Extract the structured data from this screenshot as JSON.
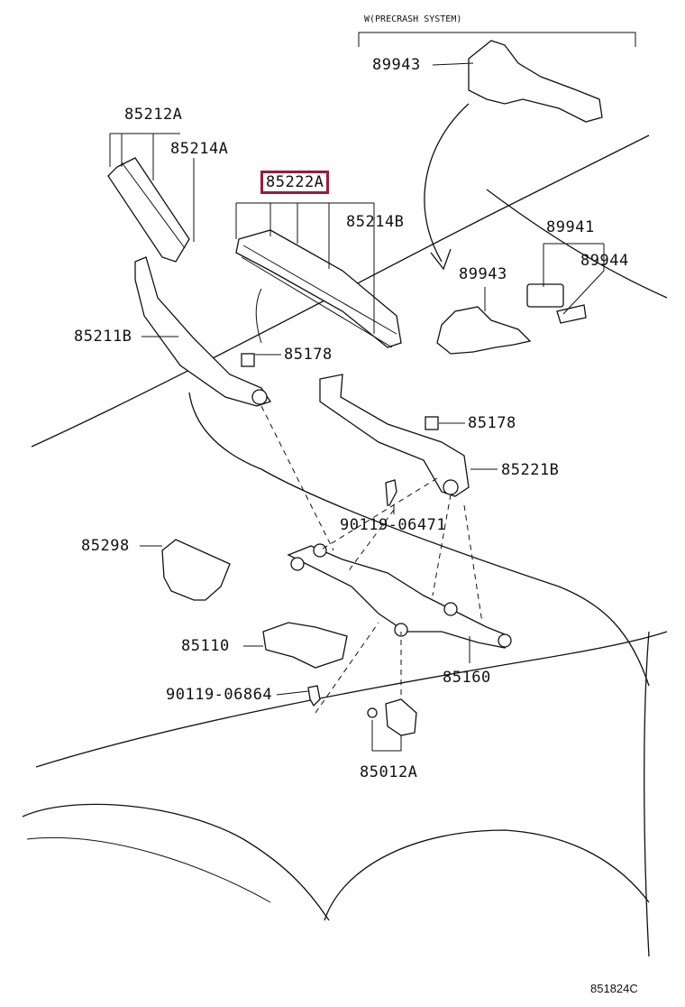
{
  "header": {
    "note": "W(PRECRASH SYSTEM)"
  },
  "labels": {
    "l89943_top": "89943",
    "l85212A": "85212A",
    "l85214A": "85214A",
    "l85222A": "85222A",
    "l85214B": "85214B",
    "l89941": "89941",
    "l89944": "89944",
    "l89943_mid": "89943",
    "l85211B": "85211B",
    "l85178_a": "85178",
    "l85178_b": "85178",
    "l85221B": "85221B",
    "l90119_06471": "90119-06471",
    "l85298": "85298",
    "l85110": "85110",
    "l85160": "85160",
    "l90119_06864": "90119-06864",
    "l85012A": "85012A"
  },
  "highlight": {
    "part": "85222A",
    "color": "#9b1b3b"
  },
  "footer": {
    "code": "851824C"
  }
}
